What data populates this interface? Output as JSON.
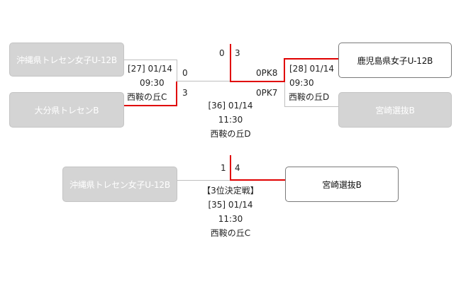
{
  "final": {
    "left_top": {
      "team": "沖縄県トレセン女子U-12B",
      "match_no": "[27] 01/14",
      "time": "09:30",
      "venue": "西鞍の丘C",
      "score_top": "0",
      "score_bottom": "3",
      "team_bottom": "大分県トレセンB"
    },
    "right_top": {
      "team": "鹿児島県女子U-12B",
      "match_no": "[28] 01/14",
      "time": "09:30",
      "venue": "西鞍の丘D",
      "score_top": "0PK8",
      "score_bottom": "0PK7",
      "team_bottom": "宮崎選抜B"
    },
    "center": {
      "score_left": "0",
      "score_right": "3",
      "match_no": "[36] 01/14",
      "time": "11:30",
      "venue": "西鞍の丘D"
    }
  },
  "third_place": {
    "title": "【3位決定戦】",
    "team_left": "沖縄県トレセン女子U-12B",
    "team_right": "宮崎選抜B",
    "score_left": "1",
    "score_right": "4",
    "match_no": "[35] 01/14",
    "time": "11:30",
    "venue": "西鞍の丘C"
  },
  "colors": {
    "winner_line": "#e00000",
    "loser_line": "#bfbfbf",
    "loser_box": "#d4d4d4",
    "winner_box_border": "#7a7a7a"
  }
}
